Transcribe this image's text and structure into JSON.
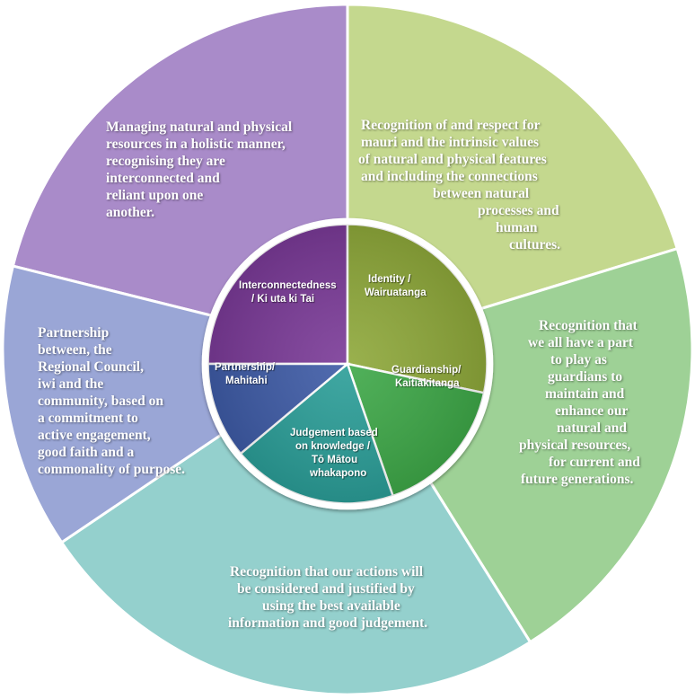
{
  "segments": [
    {
      "id": "interconnectedness",
      "color": "#a98bc9",
      "inner_color": "#7a3a97",
      "inner_lines": [
        "Interconnectedness",
        "/ Ki uta ki Tai"
      ],
      "outer_lines": [
        "Managing natural and physical",
        "resources in a holistic manner,",
        "recognising they are",
        "interconnected and",
        "reliant upon one",
        "another."
      ]
    },
    {
      "id": "identity",
      "color": "#c4d88e",
      "inner_color": "#8ea83a",
      "inner_lines": [
        "Identity /",
        "Wairuatanga"
      ],
      "outer_lines": [
        "Recognition of and respect for",
        "mauri and the intrinsic values",
        "of natural and physical features",
        "and including the connections",
        "between natural",
        "processes and",
        "human",
        "cultures."
      ]
    },
    {
      "id": "guardianship",
      "color": "#9ed196",
      "inner_color": "#3ea848",
      "inner_lines": [
        "Guardianship/",
        "Kaitiakitanga"
      ],
      "outer_lines": [
        "Recognition that",
        "we all have a part",
        "to play as",
        "guardians to",
        "maintain and",
        "enhance our",
        "natural and",
        "physical resources,",
        "for current and",
        "future generations."
      ]
    },
    {
      "id": "judgement",
      "color": "#94d0cd",
      "inner_color": "#2b9e98",
      "inner_lines": [
        "Judgement based",
        "on knowledge /",
        "Tō Mātou",
        "whakapono"
      ],
      "outer_lines": [
        "Recognition that our actions will",
        "be considered and justified by",
        "using the best available",
        "information and good judgement."
      ]
    },
    {
      "id": "partnership",
      "color": "#9aa6d6",
      "inner_color": "#3e5ba6",
      "inner_lines": [
        "Partnership/",
        "Mahitahi"
      ],
      "outer_lines": [
        "Partnership",
        "between, the",
        "Regional Council,",
        "iwi and the",
        "community, based on",
        "a commitment to",
        "active engagement,",
        "good faith and a",
        "commonality of purpose."
      ]
    }
  ]
}
